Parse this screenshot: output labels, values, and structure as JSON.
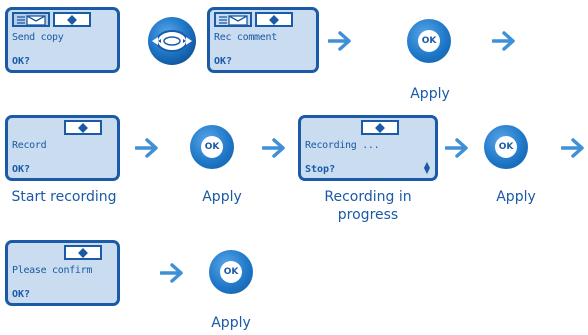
{
  "row1": {
    "screen1": {
      "line1": "Send copy",
      "line2": "OK?"
    },
    "screen2": {
      "line1": "Rec comment",
      "line2": "OK?"
    },
    "ok_label": "OK",
    "apply": "Apply"
  },
  "row2": {
    "screen1": {
      "line1": "Record",
      "line2": "OK?"
    },
    "caption1": "Start recording",
    "ok1_label": "OK",
    "apply1": "Apply",
    "screen2": {
      "line1": "Recording ...",
      "line2": "Stop?"
    },
    "caption2_line1": "Recording in",
    "caption2_line2": "progress",
    "ok2_label": "OK",
    "apply2": "Apply"
  },
  "row3": {
    "screen1": {
      "line1": "Please confirm",
      "line2": "OK?"
    },
    "ok_label": "OK",
    "apply": "Apply"
  },
  "colors": {
    "accent": "#1a5aa6",
    "screen_bg": "#c9dcf0",
    "arrow": "#3f90d6"
  }
}
